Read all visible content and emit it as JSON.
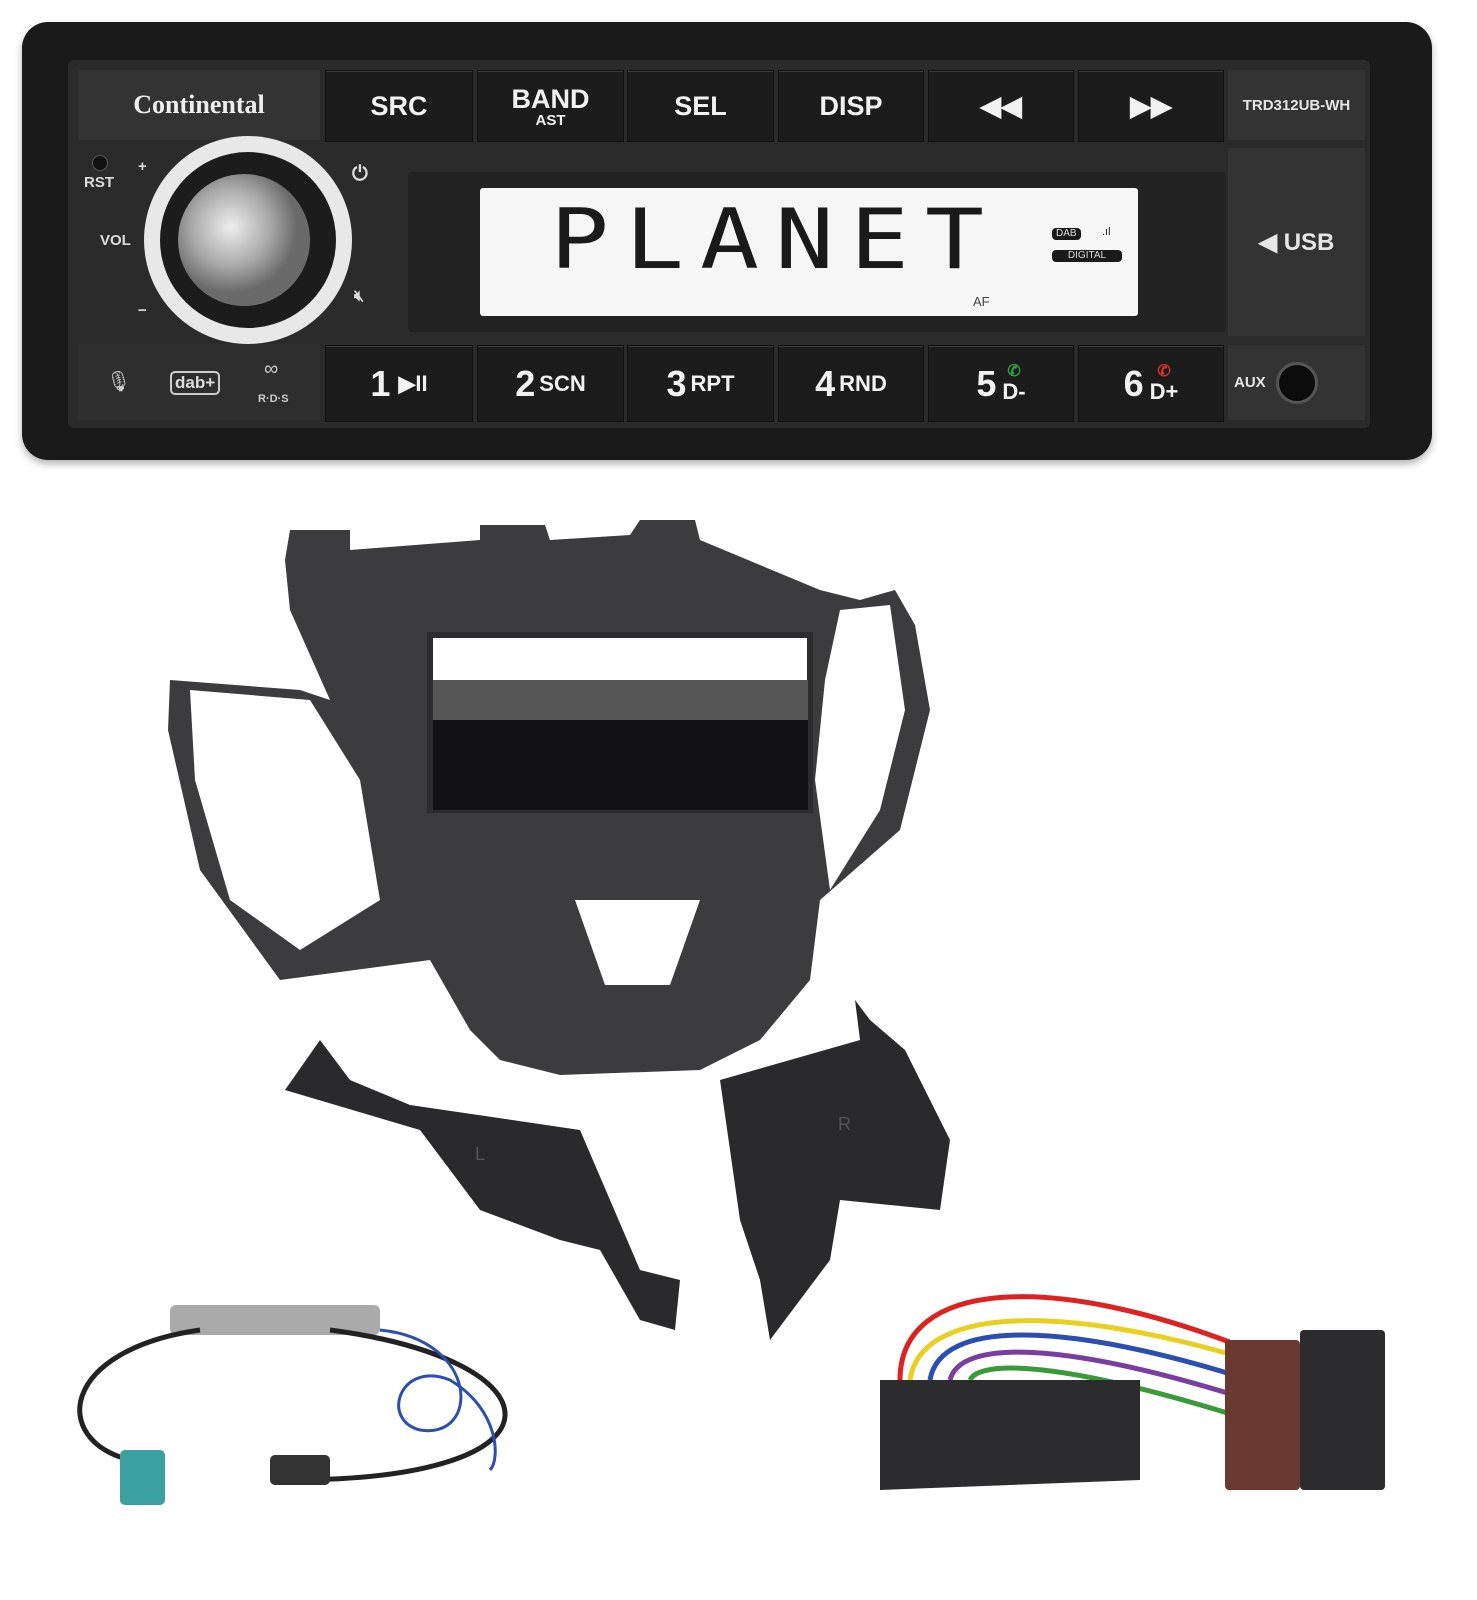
{
  "radio": {
    "brand": "Continental",
    "model": "TRD312UB-WH",
    "top_buttons": [
      {
        "label": "SRC",
        "sub": ""
      },
      {
        "label": "BAND",
        "sub": "AST"
      },
      {
        "label": "SEL",
        "sub": ""
      },
      {
        "label": "DISP",
        "sub": ""
      },
      {
        "label": "◀◀",
        "sub": ""
      },
      {
        "label": "▶▶",
        "sub": ""
      }
    ],
    "bottom_buttons": [
      {
        "num": "1",
        "fn": "▶II"
      },
      {
        "num": "2",
        "fn": "SCN"
      },
      {
        "num": "3",
        "fn": "RPT"
      },
      {
        "num": "4",
        "fn": "RND"
      },
      {
        "num": "5",
        "fn": "D-"
      },
      {
        "num": "6",
        "fn": "D+"
      }
    ],
    "display": {
      "text": "PLANET",
      "dab": "DAB",
      "digital": "DIGITAL",
      "af": "AF"
    },
    "usb_label": "◀ USB",
    "aux_label": "AUX",
    "rst_label": "RST",
    "vol_label": "VOL",
    "vol_plus": "+",
    "vol_minus": "−",
    "dab_logo": "dab+",
    "rds_logo": "R·D·S",
    "colors": {
      "call_accept": "#2e9e3e",
      "call_end": "#d33030",
      "body": "#1a1a1a",
      "plate": "#2b2b2b"
    }
  },
  "bracket_marks": {
    "left": "L",
    "right": "R"
  }
}
